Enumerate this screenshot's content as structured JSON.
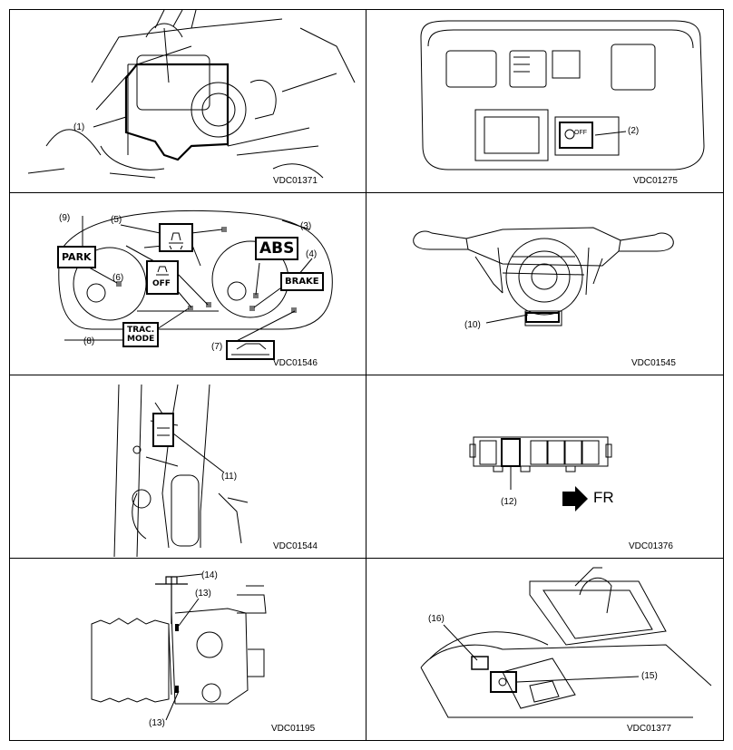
{
  "panels": [
    {
      "code": "VDC01371",
      "callouts": [
        "(1)"
      ]
    },
    {
      "code": "VDC01275",
      "callouts": [
        "(2)"
      ],
      "button_text": "OFF"
    },
    {
      "code": "VDC01546",
      "callouts": [
        "(9)",
        "(5)",
        "(3)",
        "(4)",
        "(6)",
        "(8)",
        "(7)"
      ],
      "indicator_labels": {
        "park": "PARK",
        "abs": "ABS",
        "off": "OFF",
        "brake": "BRAKE",
        "trac_mode": [
          "TRAC.",
          "MODE"
        ]
      }
    },
    {
      "code": "VDC01545",
      "callouts": [
        "(10)"
      ]
    },
    {
      "code": "VDC01544",
      "callouts": [
        "(11)"
      ]
    },
    {
      "code": "VDC01376",
      "callouts": [
        "(12)"
      ],
      "direction": "FR"
    },
    {
      "code": "VDC01195",
      "callouts": [
        "(14)",
        "(13)",
        "(13)"
      ]
    },
    {
      "code": "VDC01377",
      "callouts": [
        "(16)",
        "(15)"
      ]
    }
  ]
}
